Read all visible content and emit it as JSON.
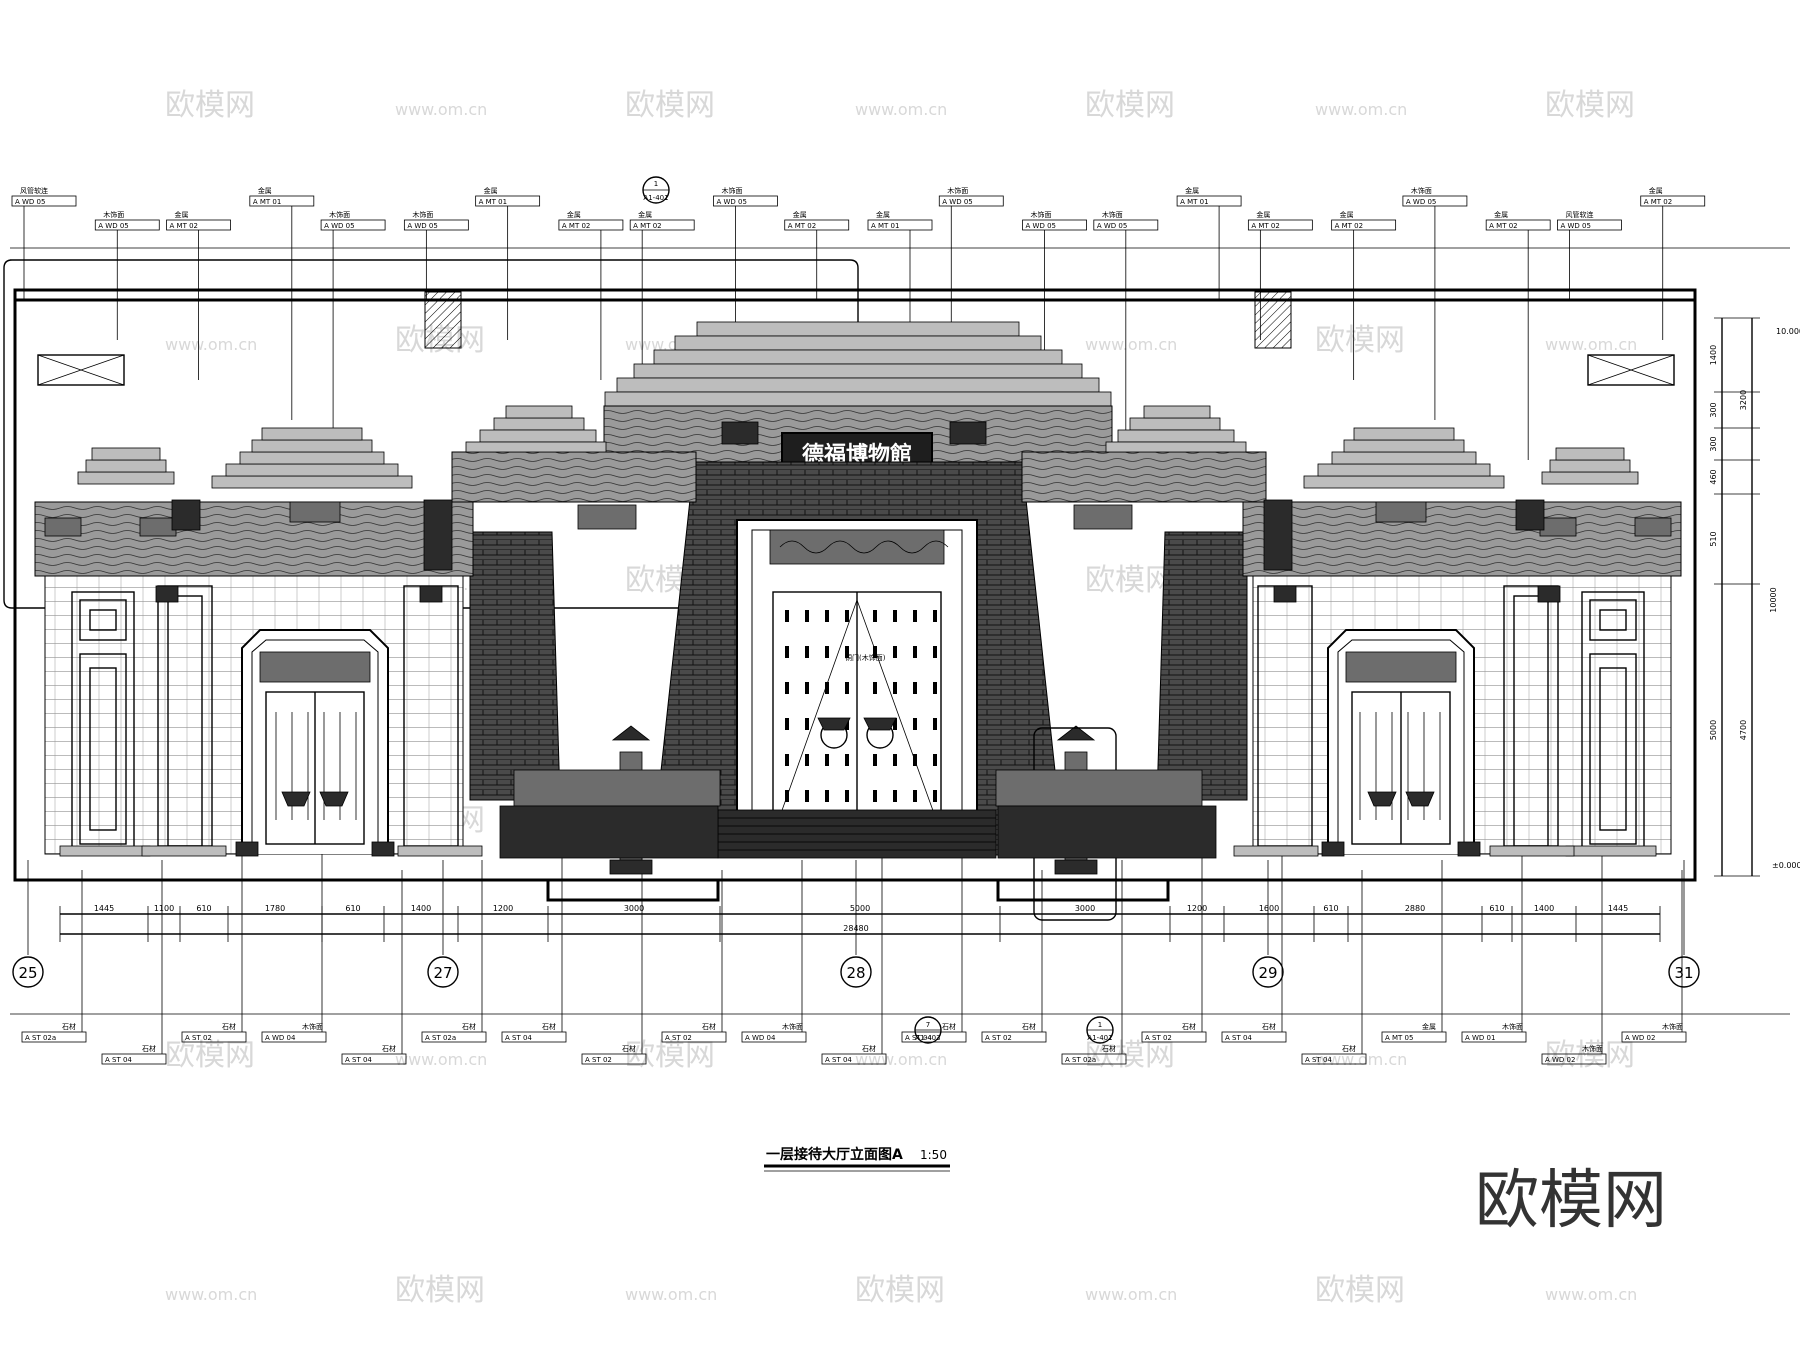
{
  "watermark": {
    "brand": "欧模网",
    "url": "www.om.cn",
    "url_short": "om.cn"
  },
  "drawing": {
    "title": "一层接待大厅立面图A",
    "scale": "1:50",
    "plaque_text": "德福博物館",
    "axes": [
      "25",
      "27",
      "28",
      "29",
      "31"
    ],
    "dimensions_bottom": [
      "1445",
      "1100",
      "610",
      "1780",
      "610",
      "1400",
      "1200",
      "3000",
      "5000",
      "3000",
      "1200",
      "1600",
      "610",
      "2880",
      "610",
      "1400",
      "1445"
    ],
    "overall_width": "28480",
    "dimensions_right": [
      "1400",
      "300",
      "300",
      "460",
      "510",
      "5000",
      "3200",
      "4700",
      "10000"
    ],
    "level_top": "10.000",
    "level_floor": "±0.000",
    "door_note": "铜门(木饰面)"
  },
  "annotations_top": [
    {
      "label": "风管软连",
      "code": "A WD 05"
    },
    {
      "label": "木饰面",
      "code": "A WD 05"
    },
    {
      "label": "金属",
      "code": "A MT 02"
    },
    {
      "label": "金属",
      "code": "A MT 01"
    },
    {
      "label": "木饰面",
      "code": "A WD 05"
    },
    {
      "label": "木饰面",
      "code": "A WD 05"
    },
    {
      "label": "金属",
      "code": "A MT 01"
    },
    {
      "label": "金属",
      "code": "A MT 02"
    },
    {
      "label": "金属",
      "code": "A MT 02"
    },
    {
      "label": "木饰面",
      "code": "A WD 05"
    },
    {
      "label": "金属",
      "code": "A MT 02"
    },
    {
      "label": "金属",
      "code": "A MT 01"
    },
    {
      "label": "木饰面",
      "code": "A WD 05"
    },
    {
      "label": "木饰面",
      "code": "A WD 05"
    },
    {
      "label": "木饰面",
      "code": "A WD 05"
    },
    {
      "label": "金属",
      "code": "A MT 01"
    },
    {
      "label": "金属",
      "code": "A MT 02"
    },
    {
      "label": "金属",
      "code": "A MT 02"
    },
    {
      "label": "木饰面",
      "code": "A WD 05"
    },
    {
      "label": "金属",
      "code": "A MT 02"
    },
    {
      "label": "风管软连",
      "code": "A WD 05"
    },
    {
      "label": "金属",
      "code": "A MT 02"
    }
  ],
  "annotations_bottom": [
    {
      "label": "石材",
      "code": "A ST 02a"
    },
    {
      "label": "石材",
      "code": "A ST 04"
    },
    {
      "label": "石材",
      "code": "A ST 02"
    },
    {
      "label": "木饰面",
      "code": "A WD 04"
    },
    {
      "label": "石材",
      "code": "A ST 04"
    },
    {
      "label": "石材",
      "code": "A ST 02a"
    },
    {
      "label": "石材",
      "code": "A ST 04"
    },
    {
      "label": "石材",
      "code": "A ST 02"
    },
    {
      "label": "石材",
      "code": "A ST 02"
    },
    {
      "label": "木饰面",
      "code": "A WD 04"
    },
    {
      "label": "石材",
      "code": "A ST 04"
    },
    {
      "label": "石材",
      "code": "A ST 04"
    },
    {
      "label": "石材",
      "code": "A ST 02"
    },
    {
      "label": "石材",
      "code": "A ST 02a"
    },
    {
      "label": "石材",
      "code": "A ST 02"
    },
    {
      "label": "石材",
      "code": "A ST 04"
    },
    {
      "label": "石材",
      "code": "A ST 04"
    },
    {
      "label": "金属",
      "code": "A MT 05"
    },
    {
      "label": "木饰面",
      "code": "A WD 01"
    },
    {
      "label": "木饰面",
      "code": "A WD 02"
    },
    {
      "label": "木饰面",
      "code": "A WD 02"
    }
  ],
  "section_markers": [
    {
      "num": "1",
      "ref": "A1-401"
    },
    {
      "num": "7",
      "ref": "A1-403"
    },
    {
      "num": "1",
      "ref": "A1-401"
    }
  ]
}
